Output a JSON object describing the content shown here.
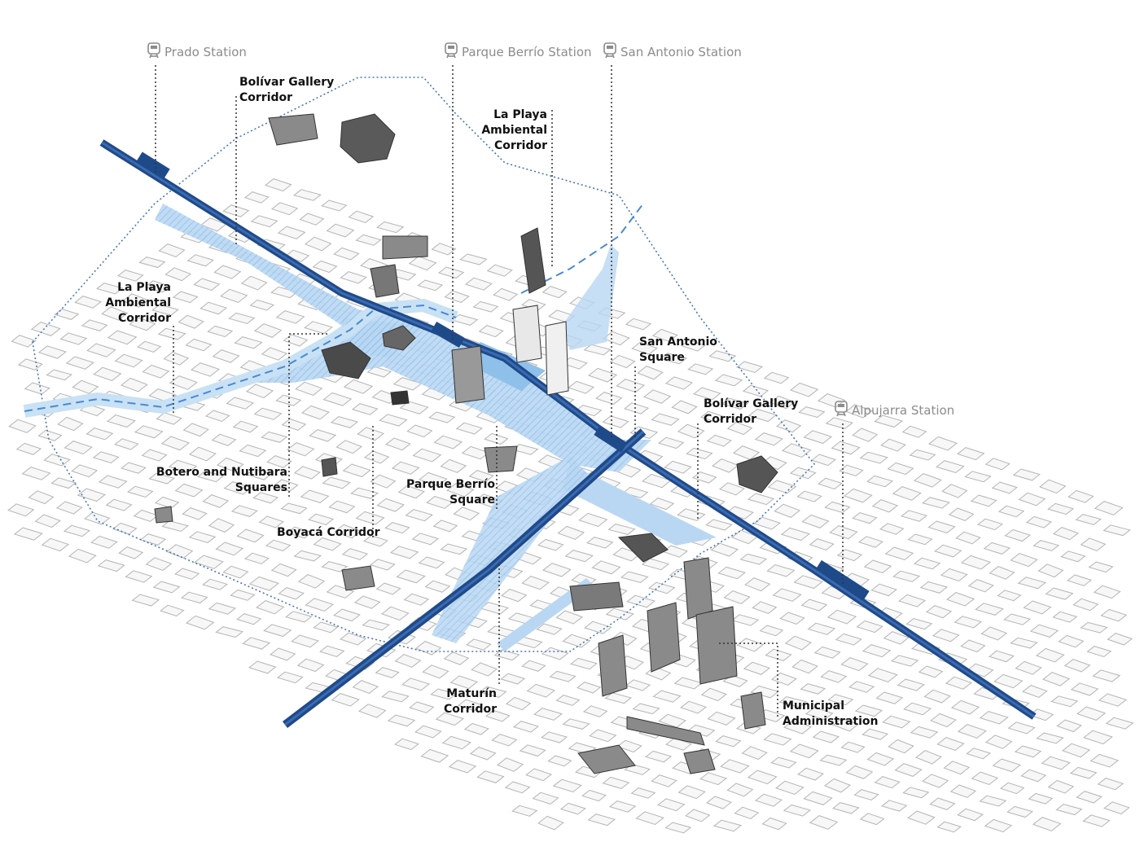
{
  "stations": {
    "prado": "Prado Station",
    "parque_berrio": "Parque Berrío Station",
    "san_antonio": "San Antonio Station",
    "alpujarra": "Alpujarra Station"
  },
  "labels": {
    "bolivar_gallery_north": [
      "Bolívar Gallery",
      "Corridor"
    ],
    "la_playa_north": [
      "La Playa",
      "Ambiental",
      "Corridor"
    ],
    "la_playa_west": [
      "La Playa",
      "Ambiental",
      "Corridor"
    ],
    "san_antonio_square": [
      "San Antonio",
      "Square"
    ],
    "bolivar_gallery_east": [
      "Bolívar Gallery",
      "Corridor"
    ],
    "botero_nutibara": [
      "Botero and Nutibara",
      "Squares"
    ],
    "parque_berrio_square": [
      "Parque Berrío",
      "Square"
    ],
    "boyaca": [
      "Boyacá Corridor"
    ],
    "maturin": [
      "Maturín",
      "Corridor"
    ],
    "municipal": [
      "Municipal",
      "Administration"
    ]
  },
  "icons": {
    "station_marker": "train-icon"
  },
  "colors": {
    "metro_line": "#1f4a8a",
    "public_space": "#8ec0ea",
    "public_space_light": "#c9e1f5",
    "boundary": "#4a78b4",
    "building_outline": "#9a9a9a",
    "highlight_building": "#5a5a5a",
    "leader_line": "#333333"
  }
}
